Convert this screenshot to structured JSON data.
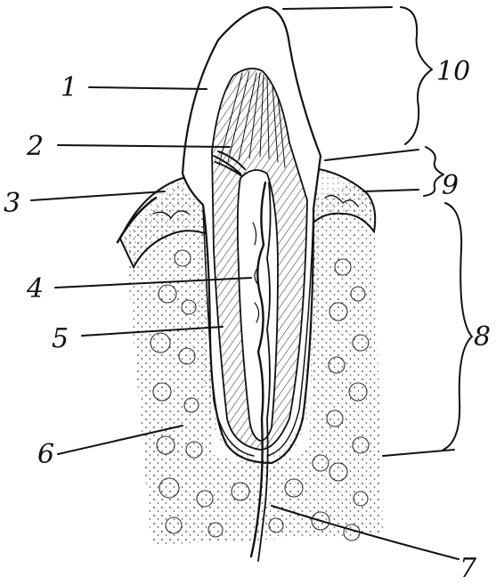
{
  "figure": {
    "labels": [
      {
        "id": "1",
        "text": "1"
      },
      {
        "id": "2",
        "text": "2"
      },
      {
        "id": "3",
        "text": "3"
      },
      {
        "id": "4",
        "text": "4"
      },
      {
        "id": "5",
        "text": "5"
      },
      {
        "id": "6",
        "text": "6"
      },
      {
        "id": "7",
        "text": "7"
      },
      {
        "id": "8",
        "text": "8"
      },
      {
        "id": "9",
        "text": "9"
      },
      {
        "id": "10",
        "text": "10"
      }
    ]
  }
}
